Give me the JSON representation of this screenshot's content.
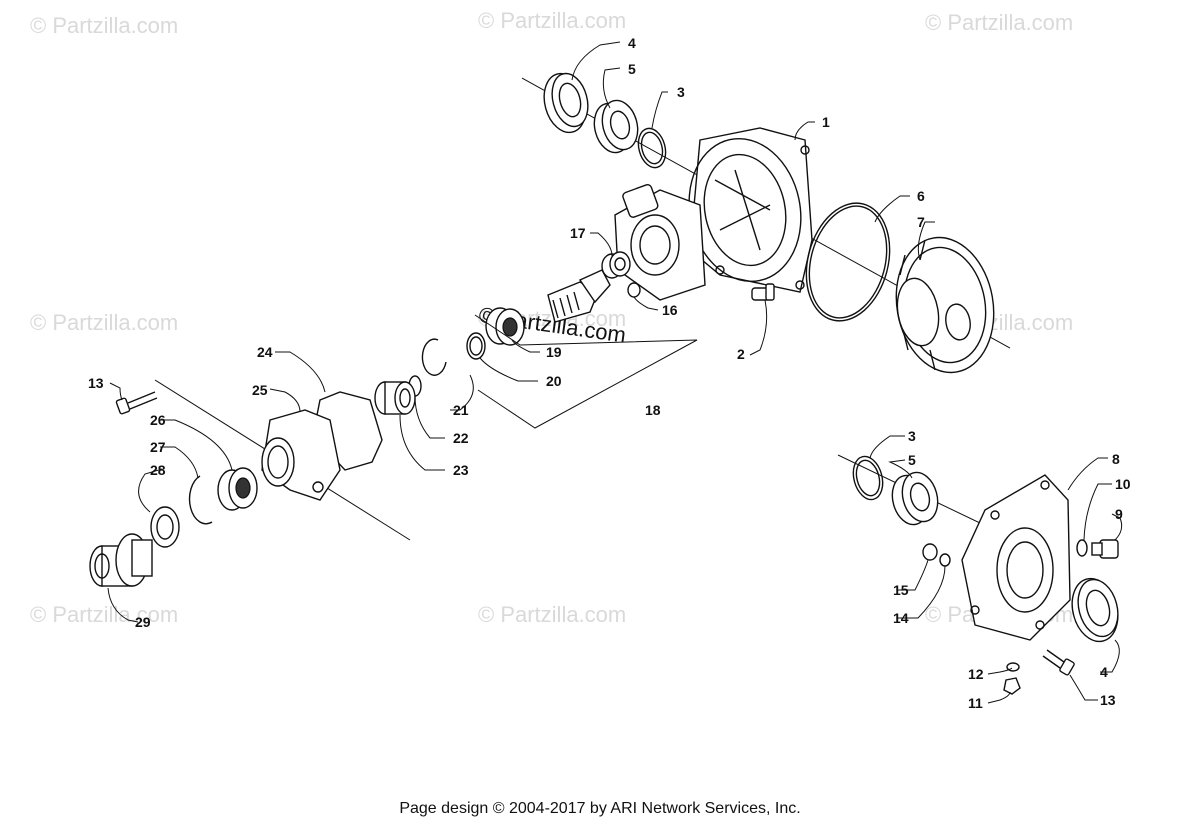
{
  "watermarks": {
    "top_left": "© Partzilla.com",
    "top_center": "© Partzilla.com",
    "top_right": "© Partzilla.com",
    "mid_left": "© Partzilla.com",
    "mid_center": "© Partzilla.com",
    "mid_right": "© Partzilla.com",
    "bot_left": "© Partzilla.com",
    "bot_center": "© Partzilla.com",
    "bot_right": "© Partzilla.com",
    "center": "© Partzilla.com"
  },
  "callouts": {
    "c1": "1",
    "c2": "2",
    "c3a": "3",
    "c3b": "3",
    "c4a": "4",
    "c4b": "4",
    "c5a": "5",
    "c5b": "5",
    "c6": "6",
    "c7": "7",
    "c8": "8",
    "c9": "9",
    "c10": "10",
    "c11": "11",
    "c12": "12",
    "c13a": "13",
    "c13b": "13",
    "c14": "14",
    "c15": "15",
    "c16": "16",
    "c17": "17",
    "c18": "18",
    "c19": "19",
    "c20": "20",
    "c21": "21",
    "c22": "22",
    "c23": "23",
    "c24": "24",
    "c25": "25",
    "c26": "26",
    "c27": "27",
    "c28": "28",
    "c29": "29"
  },
  "footer": "Page design © 2004-2017 by ARI Network Services, Inc."
}
